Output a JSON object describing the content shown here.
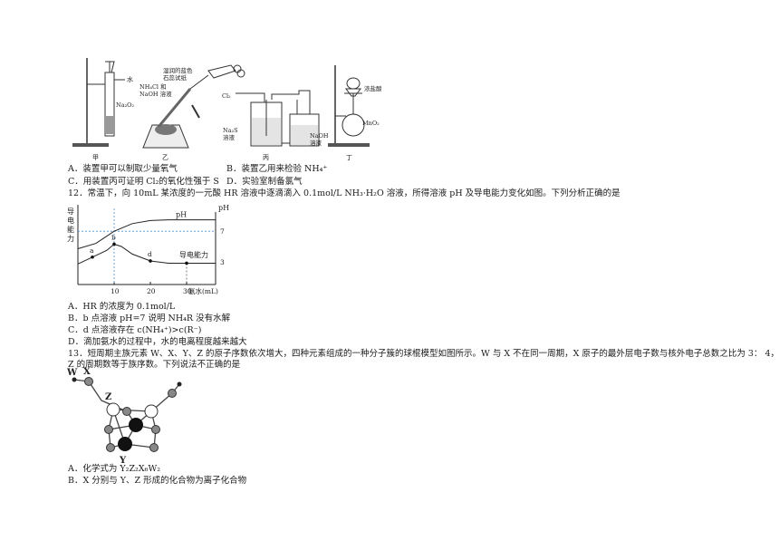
{
  "apparatus": {
    "jia": {
      "caption": "甲",
      "water_label": "水",
      "reagent": "Na₂O₂"
    },
    "yi": {
      "caption": "乙",
      "paper_label_1": "湿润的蓝色",
      "paper_label_2": "石蕊试纸",
      "mix_label_1": "NH₄Cl 和",
      "mix_label_2": "NaOH 溶液"
    },
    "bing": {
      "caption": "丙",
      "gas": "Cl₂",
      "left_sol_1": "Na₂S",
      "left_sol_2": "溶液",
      "right_sol_1": "NaOH",
      "right_sol_2": "溶液"
    },
    "ding": {
      "caption": "丁",
      "acid": "浓盐酸",
      "reagent": "MnO₂"
    }
  },
  "q11": {
    "options": [
      "A．装置甲可以制取少量氧气",
      "B．装置乙用来检验 NH₄⁺",
      "C．用装置丙可证明 Cl₂的氧化性强于 S",
      "D．实验室制备氯气"
    ]
  },
  "q12": {
    "stem": "12．常温下，向 10mL 某浓度的一元酸 HR 溶液中逐滴滴入 0.1mol/L NH₃·H₂O 溶液，所得溶液 pH 及导电能力变化如图。下列分析正确的是",
    "options": [
      "A．HR 的浓度为 0.1mol/L",
      "B．b 点溶液 pH=7 说明 NH₄R 没有水解",
      "C．d 点溶液存在 c(NH₄⁺)>c(R⁻)",
      "D．滴加氨水的过程中，水的电离程度越来越大"
    ]
  },
  "chart_data": {
    "type": "line",
    "xlabel": "氨水(mL)",
    "y_left_label": [
      "导",
      "电",
      "能",
      "力"
    ],
    "y_right_label": "pH",
    "x_ticks": [
      10,
      20,
      30
    ],
    "xlim": [
      0,
      38
    ],
    "ph_ticks": [
      7,
      3
    ],
    "ph_lim": [
      0,
      10
    ],
    "series": [
      {
        "name": "pH",
        "x": [
          0,
          5,
          10,
          15,
          20,
          25,
          30,
          38
        ],
        "y": [
          4.7,
          5.4,
          7,
          8,
          8.4,
          8.5,
          8.5,
          8.5
        ]
      },
      {
        "name": "导电能力",
        "x": [
          0,
          4,
          8,
          10,
          12,
          15,
          20,
          25,
          30,
          38
        ],
        "y": [
          2.7,
          3.6,
          4.5,
          5.3,
          5.0,
          4.0,
          3.1,
          2.8,
          2.8,
          2.8
        ]
      }
    ],
    "points": [
      {
        "label": "a",
        "x": 4,
        "y": 3.6
      },
      {
        "label": "b",
        "x": 10,
        "y": 5.3
      },
      {
        "label": "d",
        "x": 20,
        "y": 3.1
      },
      {
        "label": "",
        "x": 30,
        "y": 2.8
      }
    ]
  },
  "q13": {
    "stem_line1": "13．短周期主族元素 W、X、Y、Z 的原子序数依次增大，四种元素组成的一种分子簇的球棍模型如图所示。W 与 X 不在同一周期，X 原子的最外层电子数与核外电子总数之比为 3：  4，",
    "stem_line2": "Z 的周期数等于族序数。下列说法不正确的是",
    "labels": {
      "w": "W",
      "x": "X",
      "z": "Z",
      "y": "Y"
    },
    "options": [
      "A．化学式为 Y₂Z₂X₆W₂",
      "B．X 分别与 Y、Z 形成的化合物为离子化合物"
    ]
  }
}
